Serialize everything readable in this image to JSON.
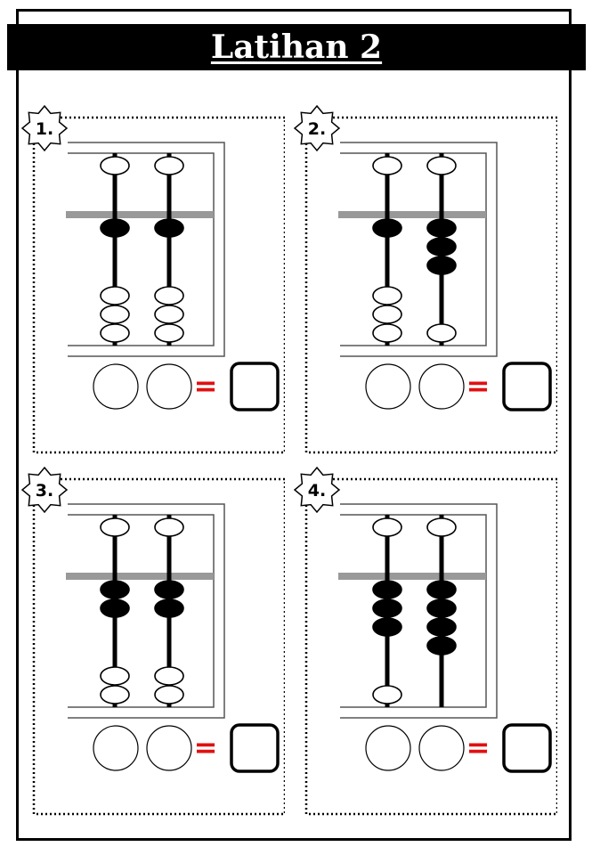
{
  "title": "Latihan 2",
  "equals_symbol": "=",
  "colors": {
    "equals": "#e01010",
    "bead_filled": "#000000",
    "bead_empty": "#ffffff",
    "beam": "#999999"
  },
  "exercises": [
    {
      "number": "1.",
      "rods": [
        {
          "upper_bead_active": false,
          "lower_beads_active": 1
        },
        {
          "upper_bead_active": false,
          "lower_beads_active": 1
        }
      ]
    },
    {
      "number": "2.",
      "rods": [
        {
          "upper_bead_active": false,
          "lower_beads_active": 1
        },
        {
          "upper_bead_active": false,
          "lower_beads_active": 3
        }
      ]
    },
    {
      "number": "3.",
      "rods": [
        {
          "upper_bead_active": false,
          "lower_beads_active": 2
        },
        {
          "upper_bead_active": false,
          "lower_beads_active": 2
        }
      ]
    },
    {
      "number": "4.",
      "rods": [
        {
          "upper_bead_active": false,
          "lower_beads_active": 3
        },
        {
          "upper_bead_active": false,
          "lower_beads_active": 4
        }
      ]
    }
  ]
}
